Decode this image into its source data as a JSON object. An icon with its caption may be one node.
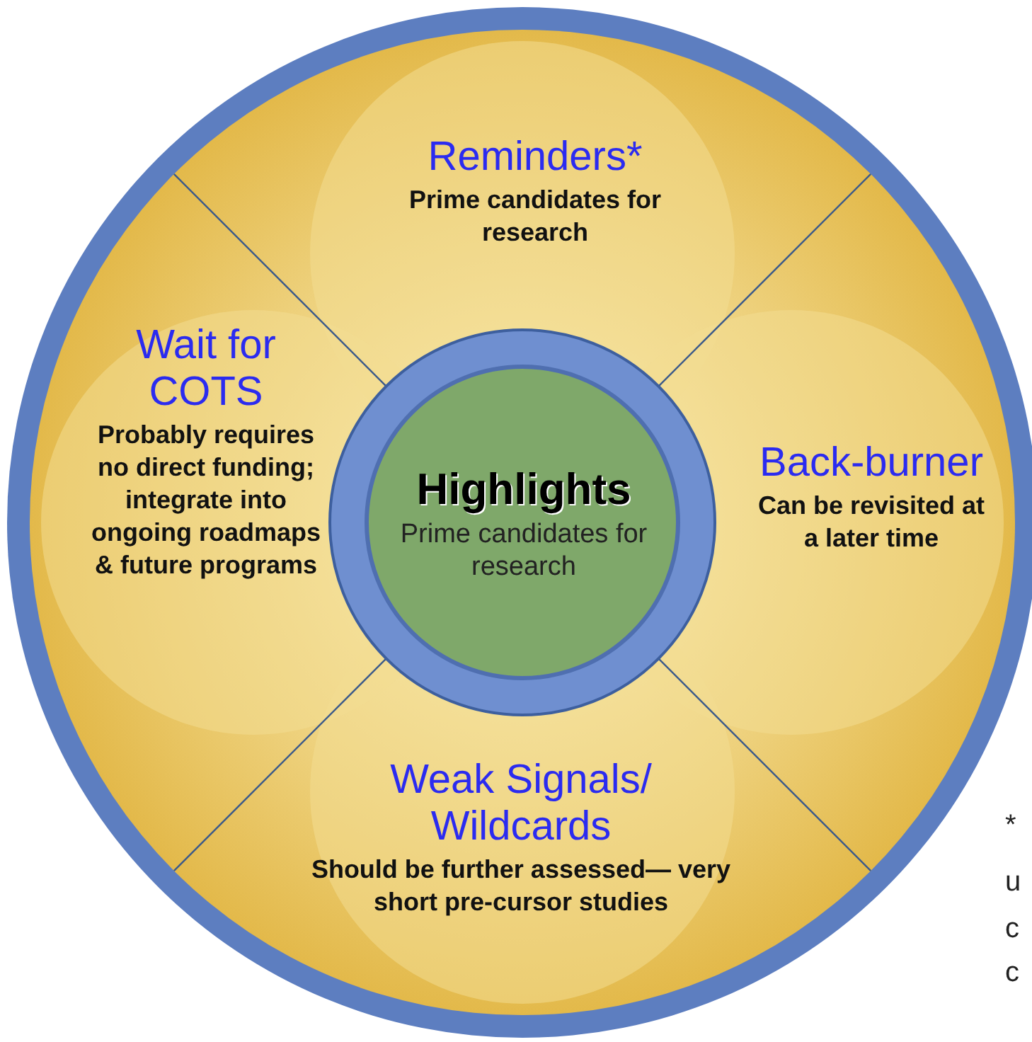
{
  "diagram": {
    "nodes": [
      {
        "text": [],
        "shape": "circle"
      },
      {
        "text": [
          "Reminders*",
          "Prime candidates for research"
        ],
        "in": 0
      },
      {
        "text": [
          "Wait for COTS",
          "Probably requires no direct funding; integrate into ongoing roadmaps & future programs"
        ],
        "in": 0
      },
      {
        "text": [
          "Highlights",
          "Prime candidates for research"
        ],
        "in": 0
      },
      {
        "text": [
          "Back-burner",
          "Can be revisited at a later time"
        ],
        "in": 0
      },
      {
        "text": [
          "Weak Signals/ Wildcards",
          "Should be further assessed— very short pre-cursor studies"
        ],
        "in": 0
      }
    ],
    "edges": [],
    "labels": [
      "*",
      "u",
      "c",
      "c"
    ]
  }
}
